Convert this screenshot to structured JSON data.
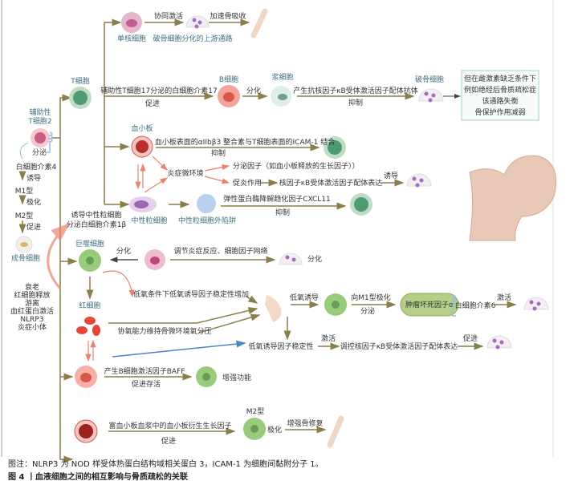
{
  "cells": {
    "monocyte": "单核细胞",
    "osteoclast_upstream": "破骨细胞分化的上游通路",
    "t_cell": "T细胞",
    "th2": [
      "辅助性",
      "T细胞2"
    ],
    "b_cell": "B细胞",
    "plasma_cell": "浆细胞",
    "osteoclast": "破骨细胞",
    "platelet": "血小板",
    "neutrophil": "中性粒细胞",
    "net": "中性粒细胞外陷阱",
    "osteoblast": "成骨细胞",
    "macrophage": "巨噬细胞",
    "rbc": "红细胞",
    "m2": "M2型",
    "tnf": "肿瘤坏死因子α"
  },
  "labels": {
    "co_activate": "协同激活",
    "accelerate_resorption": "加速骨吸收",
    "il17": "辅助性T细胞17分泌的白细胞介素17",
    "promote": "促进",
    "differentiate": "分化",
    "rankl_antibody": "产生抗核因子κB受体激活因子配体抗体",
    "inhibit": "抑制",
    "box": [
      "但在雌激素缺乏条件下",
      "例如绝经后骨质疏松症",
      "该通路失衡",
      "骨保护作用减弱"
    ],
    "integrin": "血小板表面的αIIbβ3 整合素与T细胞表面的ICAM-1 结合",
    "inflam_env": "炎症微环境",
    "secrete_factors": "分泌因子（如血小板释放的生长因子））",
    "proinflam": "促炎作用",
    "rankl_expr": "核因子κB受体激活因子配体表达",
    "induce": "诱导",
    "cxcl11": "弹性蛋白酶降解趋化因子CXCL11",
    "il1b": [
      "诱导中性粒细胞",
      "分泌白细胞介素1β"
    ],
    "secrete": "分泌",
    "il4": "白细胞介素4",
    "m1": "M1型",
    "polarize": "极化",
    "m2": "M2型",
    "aging": [
      "衰老",
      "红细胞释放",
      "游离",
      "血红蛋白激活",
      "NLRP3",
      "炎症小体"
    ],
    "regulate": "调节炎症反应、细胞因子网络",
    "hif_increase": "低氧条件下低氧诱导因子稳定性增加",
    "oxygen": "协氧能力维持骨微环境氧分压",
    "hypoxia_induce": "低氧诱导",
    "to_m1": "向M1型极化",
    "il6": "白细胞介素6",
    "activate": "激活",
    "hif_stability": "低氧诱导因子稳定性",
    "regulate_rankl": "调控核因子κB受体激活因子配体表达",
    "baff": "产生B细胞激活因子BAFF",
    "promote_survival": "促进存活",
    "enhance_function": "增强功能",
    "pdgf": "富血小板血浆中的血小板衍生生长因子",
    "enhance_repair": "增强骨修复"
  },
  "caption": {
    "note": "图注：NLRP3 为 NOD 样受体热蛋白结构域相关蛋白 3，ICAM-1 为细胞间黏附分子 1。",
    "title": "图 4 丨血液细胞之间的相互影响与骨质疏松的关联"
  },
  "colors": {
    "arrow": "#8a7f4a",
    "red_arrow": "#e9836d",
    "blue_arrow": "#4a86c8",
    "label": "#3f6f7f"
  }
}
